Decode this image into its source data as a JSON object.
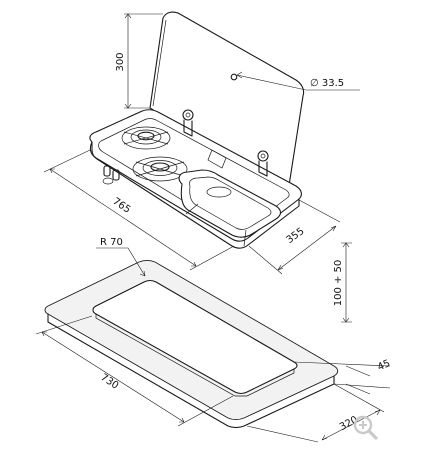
{
  "dimensions": {
    "lid_height": "300",
    "hole_diameter": "∅ 33.5",
    "length": "765",
    "depth": "355",
    "radius": "R 70",
    "install_depth": "100 + 50",
    "cutout_length": "730",
    "cutout_width": "320",
    "counter_thickness": "45"
  },
  "icons": {
    "zoom": "zoom-in-icon"
  }
}
